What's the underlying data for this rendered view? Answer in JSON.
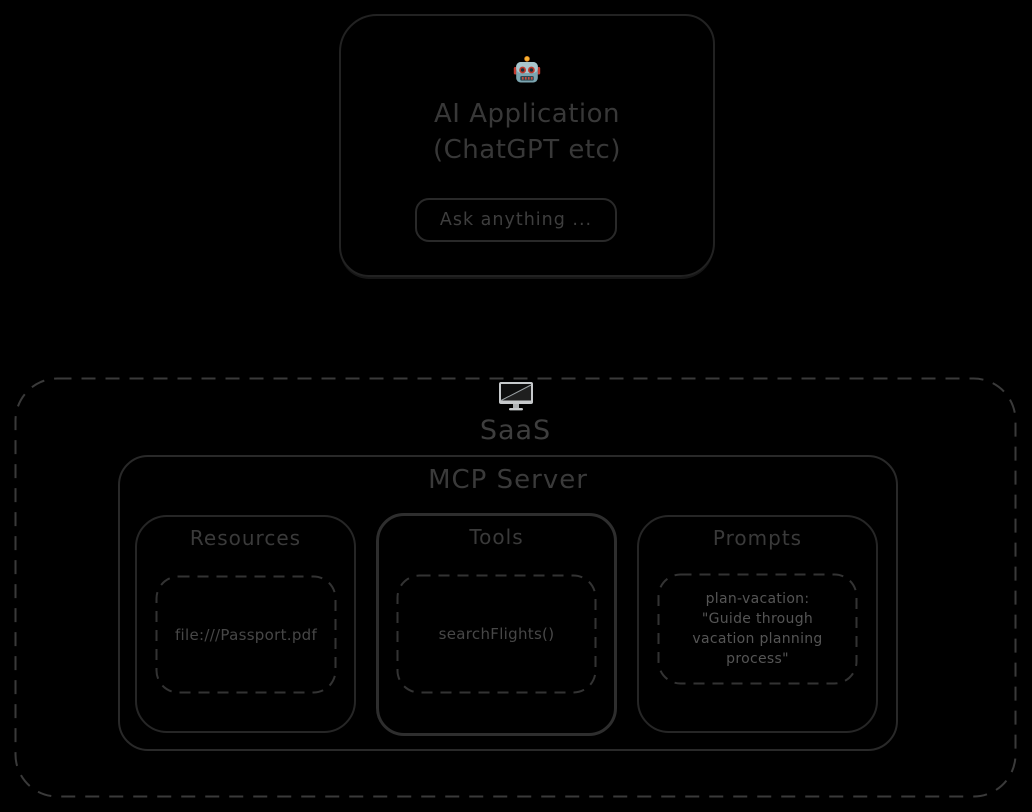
{
  "colors": {
    "background": "#000000",
    "box_stroke": "#222222",
    "box_stroke_bold": "#2e2e2e",
    "dashed_stroke": "#3a3a3a",
    "heading_text": "#3a3a3a",
    "body_text": "#474747"
  },
  "ai_app": {
    "icon": "robot-face-icon",
    "title_line1": "AI Application",
    "title_line2": "(ChatGPT etc)",
    "input_placeholder": "Ask anything ..."
  },
  "saas": {
    "icon": "desktop-computer-icon",
    "label": "SaaS"
  },
  "mcp_server": {
    "title": "MCP Server",
    "sections": [
      {
        "id": "resources",
        "label": "Resources",
        "lines": [
          "file:///Passport.pdf"
        ]
      },
      {
        "id": "tools",
        "label": "Tools",
        "lines": [
          "searchFlights()"
        ]
      },
      {
        "id": "prompts",
        "label": "Prompts",
        "lines": [
          "plan-vacation:",
          "\"Guide through",
          "vacation planning",
          "process\""
        ]
      }
    ]
  }
}
